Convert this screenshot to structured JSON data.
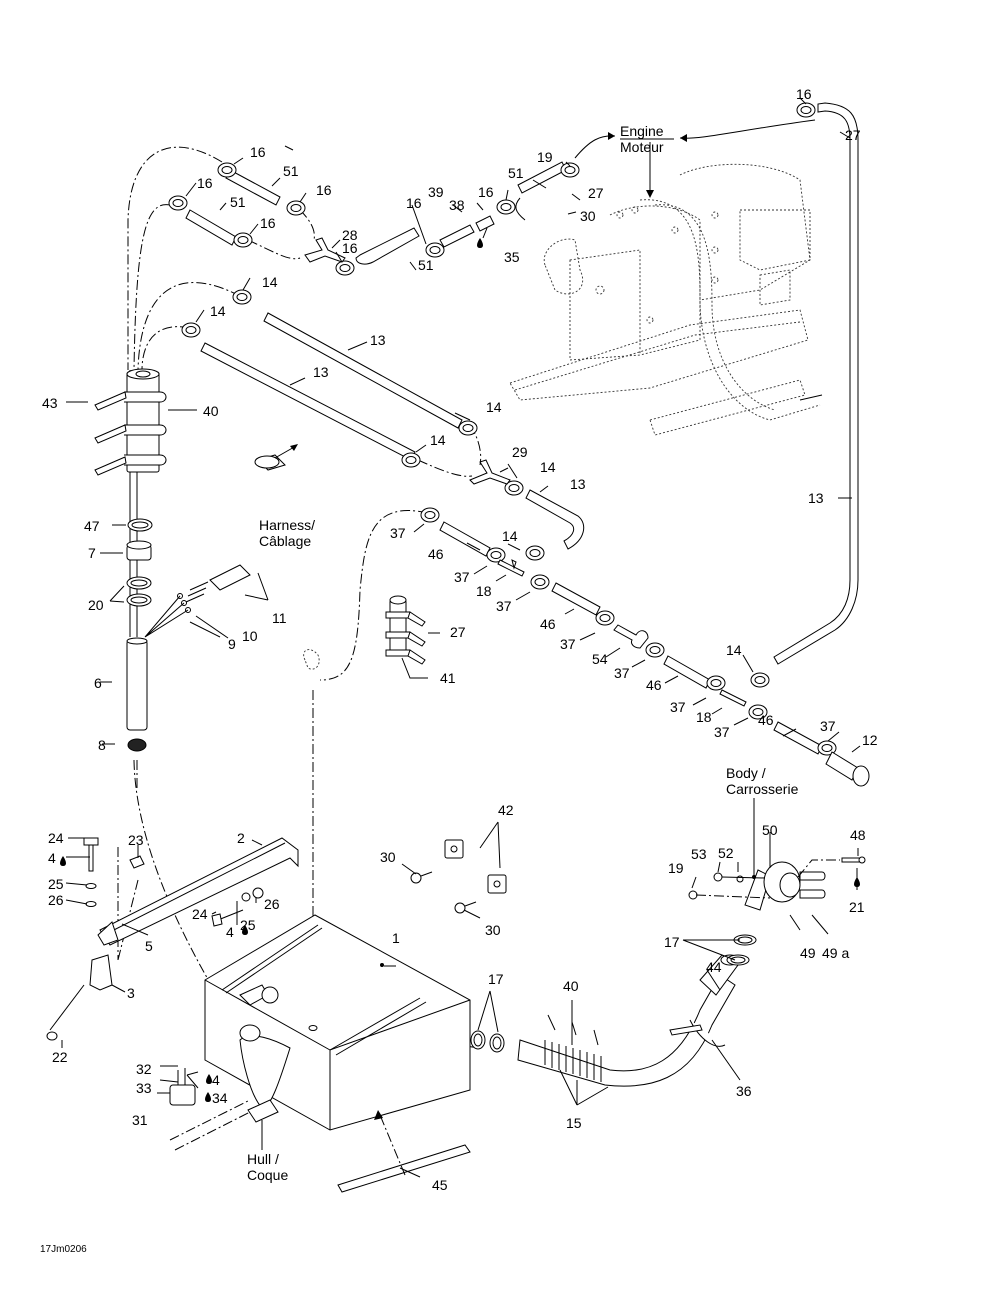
{
  "figure_code": "17Jm0206",
  "callouts": {
    "engine": "Engine",
    "engine_fr": "Moteur",
    "harness": "Harness/",
    "harness_fr": "Câblage",
    "body": "Body /",
    "body_fr": "Carrosserie",
    "hull": "Hull /",
    "hull_fr": "Coque"
  },
  "part_labels": [
    {
      "id": "16",
      "text": "16"
    },
    {
      "id": "16b",
      "text": "16"
    },
    {
      "id": "16c",
      "text": "16"
    },
    {
      "id": "16d",
      "text": "16"
    },
    {
      "id": "16e",
      "text": "16"
    },
    {
      "id": "16f",
      "text": "16"
    },
    {
      "id": "16g",
      "text": "16"
    },
    {
      "id": "16h",
      "text": "16"
    },
    {
      "id": "51a",
      "text": "51"
    },
    {
      "id": "51b",
      "text": "51"
    },
    {
      "id": "51c",
      "text": "51"
    },
    {
      "id": "51d",
      "text": "51"
    },
    {
      "id": "28",
      "text": "28"
    },
    {
      "id": "39",
      "text": "39"
    },
    {
      "id": "38",
      "text": "38"
    },
    {
      "id": "35",
      "text": "35"
    },
    {
      "id": "19a",
      "text": "19"
    },
    {
      "id": "27a",
      "text": "27"
    },
    {
      "id": "30a",
      "text": "30"
    },
    {
      "id": "27b",
      "text": "27"
    },
    {
      "id": "14a",
      "text": "14"
    },
    {
      "id": "14b",
      "text": "14"
    },
    {
      "id": "13a",
      "text": "13"
    },
    {
      "id": "13b",
      "text": "13"
    },
    {
      "id": "14c",
      "text": "14"
    },
    {
      "id": "14d",
      "text": "14"
    },
    {
      "id": "29",
      "text": "29"
    },
    {
      "id": "14e",
      "text": "14"
    },
    {
      "id": "13c",
      "text": "13"
    },
    {
      "id": "13d",
      "text": "13"
    },
    {
      "id": "43",
      "text": "43"
    },
    {
      "id": "40a",
      "text": "40"
    },
    {
      "id": "47",
      "text": "47"
    },
    {
      "id": "7",
      "text": "7"
    },
    {
      "id": "20",
      "text": "20"
    },
    {
      "id": "11",
      "text": "11"
    },
    {
      "id": "10",
      "text": "10"
    },
    {
      "id": "9",
      "text": "9"
    },
    {
      "id": "6",
      "text": "6"
    },
    {
      "id": "8",
      "text": "8"
    },
    {
      "id": "37a",
      "text": "37"
    },
    {
      "id": "46a",
      "text": "46"
    },
    {
      "id": "14f",
      "text": "14"
    },
    {
      "id": "37b",
      "text": "37"
    },
    {
      "id": "18a",
      "text": "18"
    },
    {
      "id": "37c",
      "text": "37"
    },
    {
      "id": "46b",
      "text": "46"
    },
    {
      "id": "37d",
      "text": "37"
    },
    {
      "id": "54",
      "text": "54"
    },
    {
      "id": "37e",
      "text": "37"
    },
    {
      "id": "46c",
      "text": "46"
    },
    {
      "id": "14g",
      "text": "14"
    },
    {
      "id": "37f",
      "text": "37"
    },
    {
      "id": "18b",
      "text": "18"
    },
    {
      "id": "37g",
      "text": "37"
    },
    {
      "id": "46d",
      "text": "46"
    },
    {
      "id": "37h",
      "text": "37"
    },
    {
      "id": "12",
      "text": "12"
    },
    {
      "id": "27c",
      "text": "27"
    },
    {
      "id": "41",
      "text": "41"
    },
    {
      "id": "2",
      "text": "2"
    },
    {
      "id": "24a",
      "text": "24"
    },
    {
      "id": "4a",
      "text": "4"
    },
    {
      "id": "23",
      "text": "23"
    },
    {
      "id": "25a",
      "text": "25"
    },
    {
      "id": "26a",
      "text": "26"
    },
    {
      "id": "24b",
      "text": "24"
    },
    {
      "id": "25b",
      "text": "25"
    },
    {
      "id": "26b",
      "text": "26"
    },
    {
      "id": "4b",
      "text": "4"
    },
    {
      "id": "5",
      "text": "5"
    },
    {
      "id": "3",
      "text": "3"
    },
    {
      "id": "22",
      "text": "22"
    },
    {
      "id": "1",
      "text": "1"
    },
    {
      "id": "32",
      "text": "32"
    },
    {
      "id": "33",
      "text": "33"
    },
    {
      "id": "4c",
      "text": "4"
    },
    {
      "id": "34",
      "text": "34"
    },
    {
      "id": "31",
      "text": "31"
    },
    {
      "id": "45",
      "text": "45"
    },
    {
      "id": "42",
      "text": "42"
    },
    {
      "id": "30b",
      "text": "30"
    },
    {
      "id": "30c",
      "text": "30"
    },
    {
      "id": "17a",
      "text": "17"
    },
    {
      "id": "40b",
      "text": "40"
    },
    {
      "id": "15",
      "text": "15"
    },
    {
      "id": "44",
      "text": "44"
    },
    {
      "id": "36",
      "text": "36"
    },
    {
      "id": "17b",
      "text": "17"
    },
    {
      "id": "19b",
      "text": "19"
    },
    {
      "id": "53",
      "text": "53"
    },
    {
      "id": "52",
      "text": "52"
    },
    {
      "id": "50",
      "text": "50"
    },
    {
      "id": "48",
      "text": "48"
    },
    {
      "id": "21",
      "text": "21"
    },
    {
      "id": "49",
      "text": "49"
    },
    {
      "id": "49a",
      "text": "49 a"
    }
  ]
}
